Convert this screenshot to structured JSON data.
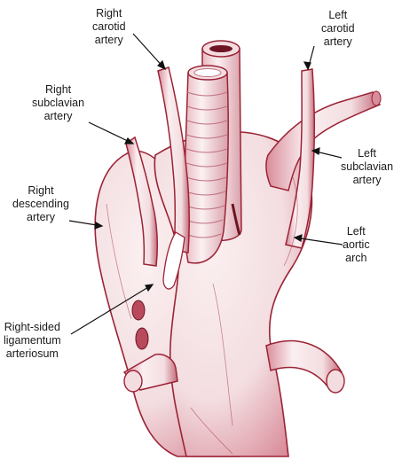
{
  "labels": {
    "right_carotid": [
      "Right",
      "carotid",
      "artery"
    ],
    "left_carotid": [
      "Left",
      "carotid",
      "artery"
    ],
    "right_subclavian": [
      "Right",
      "subclavian",
      "artery"
    ],
    "left_subclavian": [
      "Left",
      "subclavian",
      "artery"
    ],
    "right_descending": [
      "Right",
      "descending",
      "artery"
    ],
    "left_aortic_arch": [
      "Left",
      "aortic",
      "arch"
    ],
    "right_ligamentum": [
      "Right-sided",
      "ligamentum",
      "arteriosum"
    ]
  },
  "colors": {
    "vessel_fill": "#f8e8ea",
    "vessel_shade": "#d98c9a",
    "vessel_outline": "#9b2335",
    "dark_shadow": "#6e1422",
    "trachea_ring": "#c07080"
  }
}
